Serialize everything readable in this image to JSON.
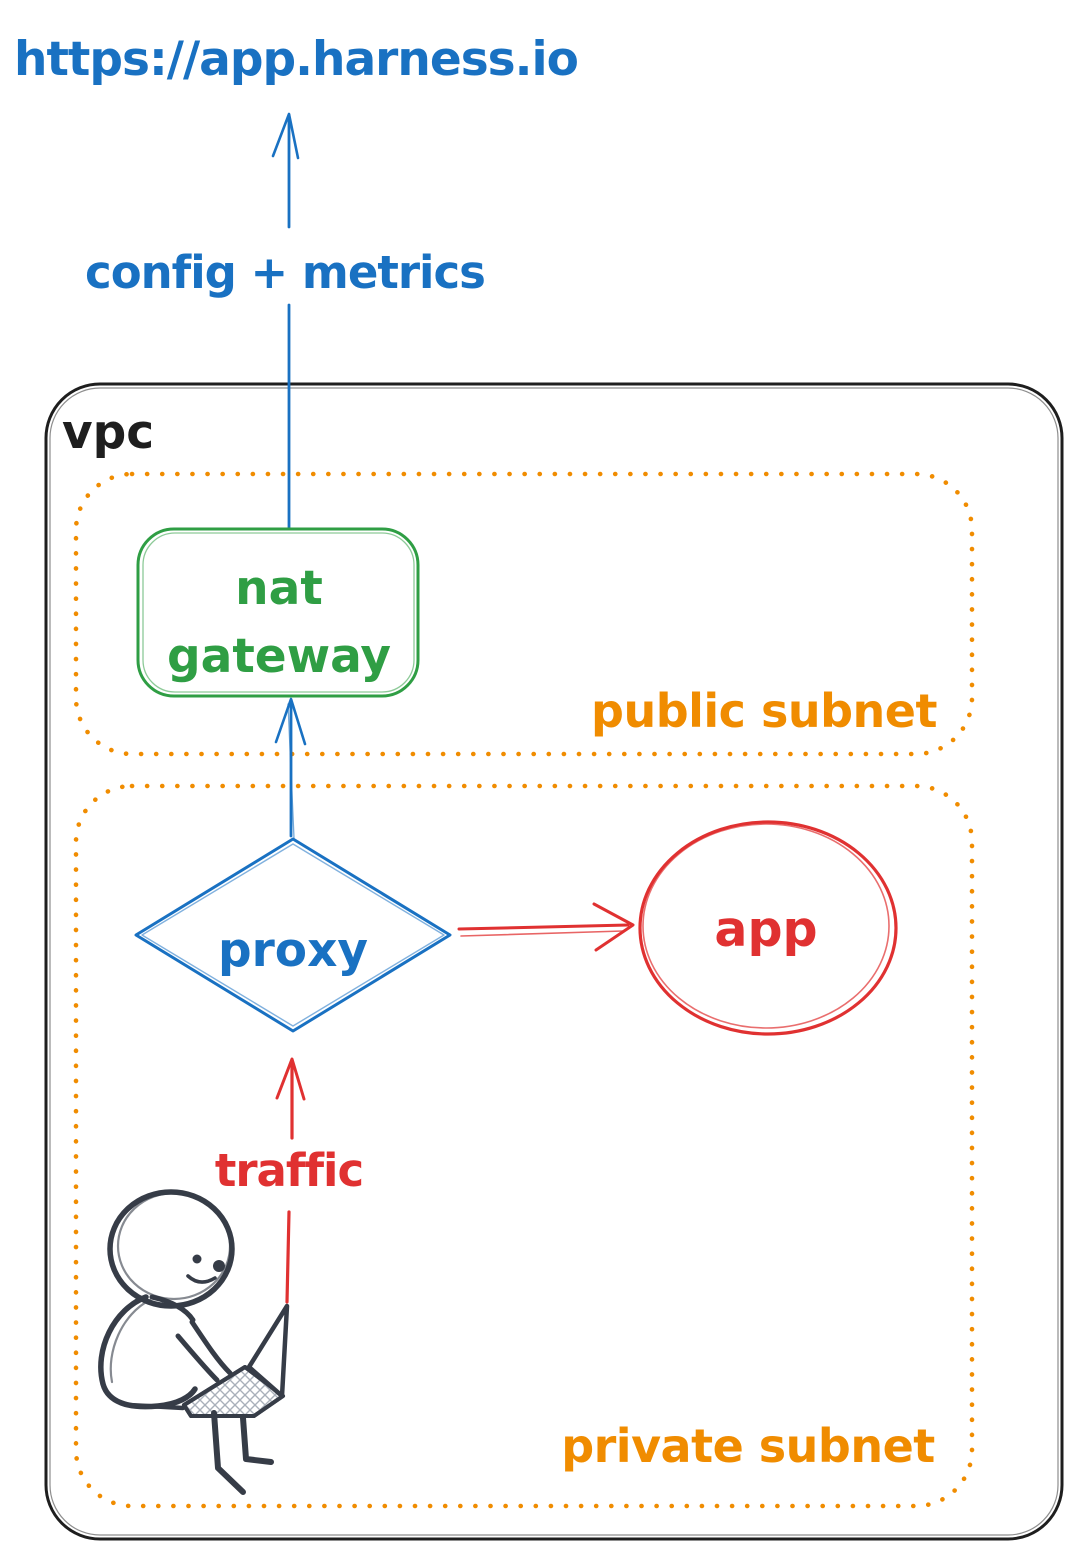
{
  "external": {
    "url": "https://app.harness.io"
  },
  "vpc": {
    "label": "vpc",
    "public_subnet": {
      "label": "public subnet",
      "nat_gateway": {
        "line1": "nat",
        "line2": "gateway"
      }
    },
    "private_subnet": {
      "label": "private subnet",
      "proxy": {
        "label": "proxy"
      },
      "app": {
        "label": "app"
      },
      "user_figure": "person-with-laptop"
    }
  },
  "edges": {
    "config_metrics": {
      "label": "config + metrics",
      "from": "nat gateway",
      "to": "https://app.harness.io"
    },
    "traffic": {
      "label": "traffic",
      "from": "person-with-laptop",
      "to": "proxy"
    },
    "proxy_to_nat": {
      "label": "",
      "from": "proxy",
      "to": "nat gateway"
    },
    "proxy_to_app": {
      "label": "",
      "from": "proxy",
      "to": "app"
    }
  },
  "colors": {
    "blue": "#1971c2",
    "green": "#2f9e44",
    "orange": "#f08c00",
    "red": "#e03131",
    "ink": "#1e1e1e",
    "figure": "#363c47"
  }
}
